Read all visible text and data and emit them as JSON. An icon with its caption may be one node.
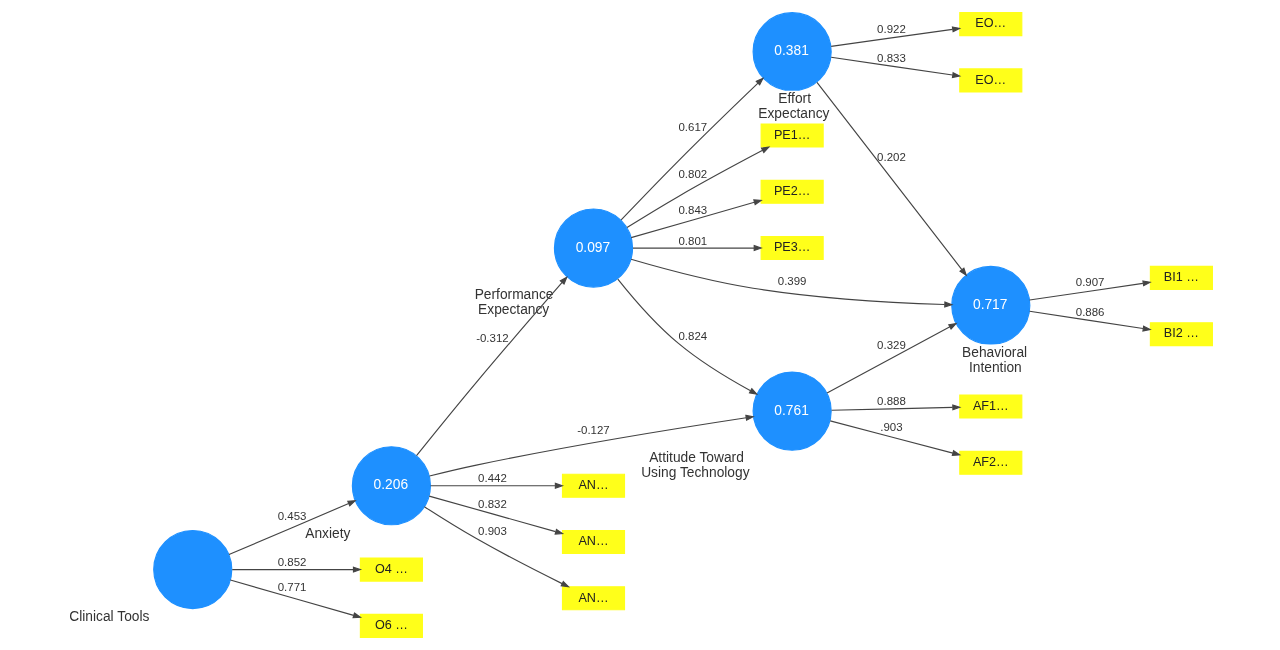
{
  "diagram": {
    "nodes": [
      {
        "text": [
          "0.097"
        ],
        "beside": [
          "Performance Expectancy"
        ]
      },
      {
        "text": [
          "PE1…"
        ]
      },
      {
        "text": [
          "PE2…"
        ]
      },
      {
        "text": [
          "PE3…"
        ]
      },
      {
        "text": [
          "0.761"
        ],
        "beside": [
          "Attitude Toward Using Technology"
        ]
      },
      {
        "text": [
          "AF1…"
        ]
      },
      {
        "text": [
          "AF2…"
        ]
      },
      {
        "text": [
          "0.206"
        ],
        "beside": [
          "Anxiety"
        ]
      },
      {
        "text": [
          "AN…"
        ]
      },
      {
        "text": [
          "AN…"
        ]
      },
      {
        "text": [
          "AN…"
        ]
      },
      {
        "text": [
          "0.381"
        ],
        "beside": [
          "Effort Expectancy"
        ]
      },
      {
        "text": [
          "EO…"
        ]
      },
      {
        "text": [
          "EO…"
        ]
      },
      {
        "text": [],
        "shape": "circle",
        "beside": [
          "Clinical Tools"
        ]
      },
      {
        "text": [
          "O4 …"
        ]
      },
      {
        "text": [
          "O6 …"
        ]
      },
      {
        "text": [
          "0.717"
        ],
        "beside": [
          "Behavioral Intention"
        ]
      },
      {
        "text": [
          "BI1 …"
        ]
      },
      {
        "text": [
          "BI2 …"
        ]
      }
    ],
    "edges": [
      {
        "from": 7,
        "to": 0,
        "arrow": "to",
        "label": "-0.312"
      },
      {
        "from": 7,
        "to": 4,
        "arrow": "to",
        "label": "-0.127"
      },
      {
        "from": 0,
        "to": 4,
        "arrow": "to",
        "label": "0.824"
      },
      {
        "from": 0,
        "to": 11,
        "arrow": "to",
        "label": "0.617"
      },
      {
        "from": 0,
        "to": 17,
        "arrow": "to",
        "label": "0.399"
      },
      {
        "from": 4,
        "to": 17,
        "arrow": "to",
        "label": "0.329"
      },
      {
        "from": 11,
        "to": 17,
        "arrow": "to",
        "label": "0.202"
      },
      {
        "from": 14,
        "to": 7,
        "arrow": "to",
        "label": "0.453"
      },
      {
        "from": 0,
        "to": 1,
        "arrow": "to",
        "label": "0.802"
      },
      {
        "from": 0,
        "to": 2,
        "arrow": "to",
        "label": "0.843"
      },
      {
        "from": 0,
        "to": 3,
        "arrow": "to",
        "label": "0.801"
      },
      {
        "from": 4,
        "to": 5,
        "arrow": "to",
        "label": "0.888"
      },
      {
        "from": 4,
        "to": 6,
        "arrow": "to",
        "label": ".903"
      },
      {
        "from": 7,
        "to": 8,
        "arrow": "to",
        "label": "0.442"
      },
      {
        "from": 7,
        "to": 9,
        "arrow": "to",
        "label": "0.832"
      },
      {
        "from": 7,
        "to": 10,
        "arrow": "to",
        "label": "0.903"
      },
      {
        "from": 11,
        "to": 12,
        "arrow": "to",
        "label": "0.833"
      },
      {
        "from": 11,
        "to": 13,
        "arrow": "to",
        "label": "0.922"
      },
      {
        "from": 14,
        "to": 15,
        "arrow": "to",
        "label": "0.852"
      },
      {
        "from": 14,
        "to": 16,
        "arrow": "to",
        "label": "0.771"
      },
      {
        "from": 17,
        "to": 18,
        "arrow": "to",
        "label": "0.907"
      },
      {
        "from": 17,
        "to": 19,
        "arrow": "to",
        "label": "0.886"
      }
    ]
  }
}
